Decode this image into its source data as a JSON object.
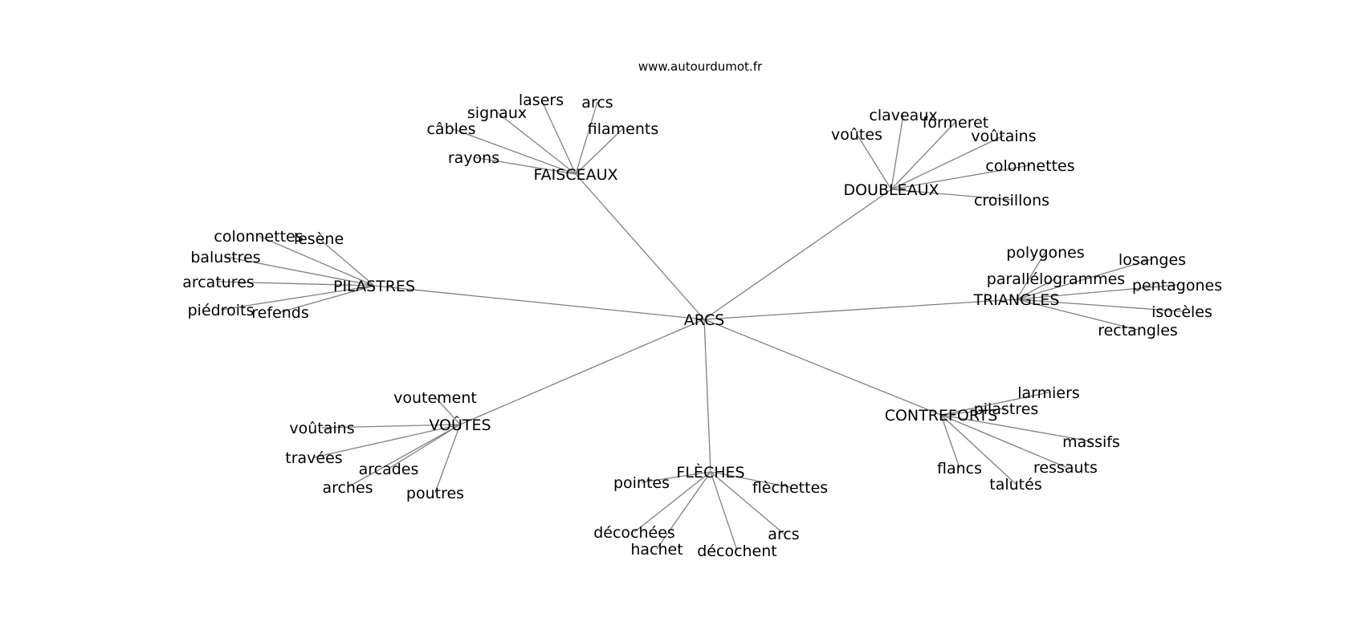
{
  "source_url": "www.autourdumot.fr",
  "center": "ARCS",
  "groups": [
    {
      "id": "faisceaux",
      "label": "FAISCEAUX",
      "words": [
        "rayons",
        "câbles",
        "signaux",
        "lasers",
        "arcs",
        "filaments"
      ]
    },
    {
      "id": "doubleaux",
      "label": "DOUBLEAUX",
      "words": [
        "voûtes",
        "claveaux",
        "formeret",
        "voûtains",
        "colonnettes",
        "croisillons"
      ]
    },
    {
      "id": "pilastres",
      "label": "PILASTRES",
      "words": [
        "colonnettes",
        "lesène",
        "balustres",
        "arcatures",
        "piédroits",
        "refends"
      ]
    },
    {
      "id": "triangles",
      "label": "TRIANGLES",
      "words": [
        "polygones",
        "parallélogrammes",
        "losanges",
        "pentagones",
        "isocèles",
        "rectangles"
      ]
    },
    {
      "id": "voutes",
      "label": "VOÛTES",
      "words": [
        "voutement",
        "voûtains",
        "travées",
        "arcades",
        "arches",
        "poutres"
      ]
    },
    {
      "id": "contreforts",
      "label": "CONTREFORTS",
      "words": [
        "larmiers",
        "pilastres",
        "massifs",
        "ressauts",
        "talutés",
        "flancs"
      ]
    },
    {
      "id": "fleches",
      "label": "FLÈCHES",
      "words": [
        "pointes",
        "flèchettes",
        "décochées",
        "hachet",
        "décochent",
        "arcs"
      ]
    }
  ]
}
